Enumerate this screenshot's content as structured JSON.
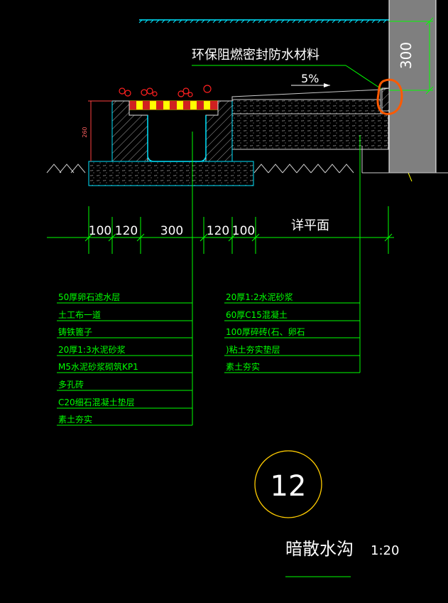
{
  "drawing": {
    "number": "12",
    "title": "暗散水沟",
    "scale": "1:20",
    "callout_top": "环保阻燃密封防水材料",
    "slope": "5%",
    "wall_dim": "300",
    "height_dim": "260",
    "plan_label": "详平面",
    "dims": [
      "100",
      "120",
      "300",
      "120",
      "100"
    ],
    "left_layers": [
      "50厚卵石滤水层",
      "土工布一道",
      "铸铁篦子",
      "20厚1:3水泥砂浆",
      "M5水泥砂浆砌筑KP1",
      "多孔砖",
      "C20细石混凝土垫层",
      "素土夯实"
    ],
    "right_layers": [
      "20厚1:2水泥砂浆",
      "60厚C15混凝土",
      "100厚碎砖(石、卵石",
      ")粘土夯实垫层",
      "素土夯实"
    ]
  },
  "colors": {
    "background": "#000000",
    "green": "#00ff00",
    "cyan": "#00e5ff",
    "white": "#ffffff",
    "wall_gray": "#7f7f7f",
    "highlight": "#ff5a00",
    "yellow": "#ffff00",
    "red": "#ff2020"
  }
}
